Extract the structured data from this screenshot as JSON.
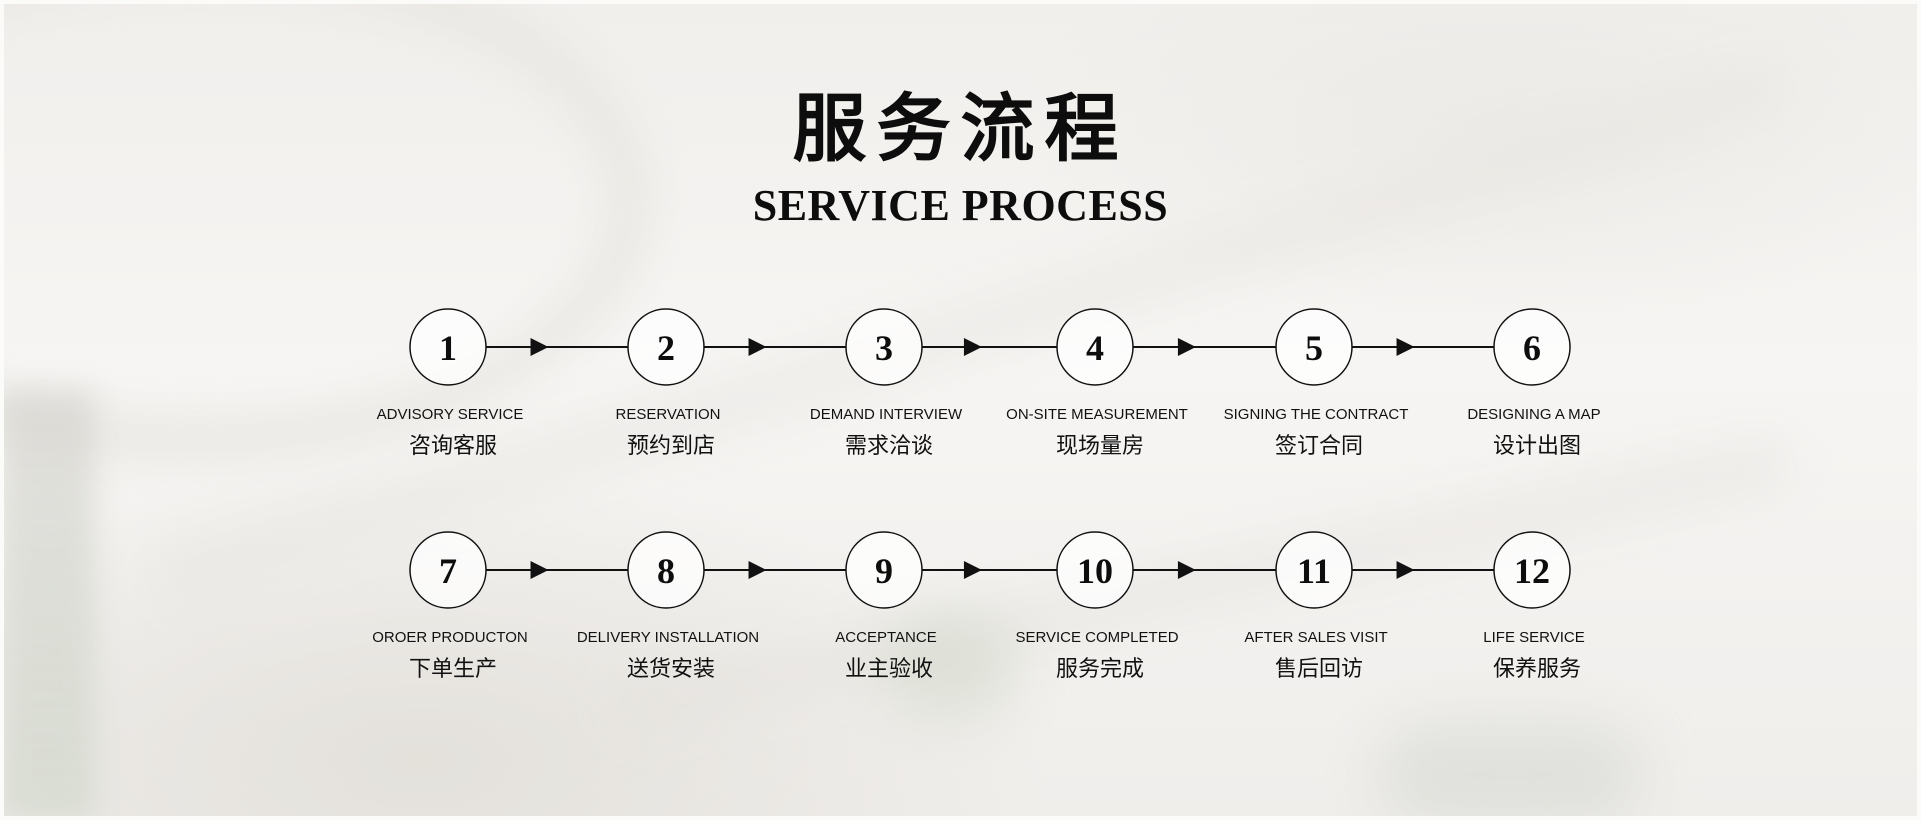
{
  "title_cn": "服务流程",
  "title_en": "SERVICE PROCESS",
  "steps": [
    {
      "num": "1",
      "en": "ADVISORY SERVICE",
      "cn": "咨询客服"
    },
    {
      "num": "2",
      "en": "RESERVATION",
      "cn": "预约到店"
    },
    {
      "num": "3",
      "en": "DEMAND INTERVIEW",
      "cn": "需求洽谈"
    },
    {
      "num": "4",
      "en": "ON-SITE MEASUREMENT",
      "cn": "现场量房"
    },
    {
      "num": "5",
      "en": "SIGNING THE CONTRACT",
      "cn": "签订合同"
    },
    {
      "num": "6",
      "en": "DESIGNING A MAP",
      "cn": "设计出图"
    },
    {
      "num": "7",
      "en": "OROER PRODUCTON",
      "cn": "下单生产"
    },
    {
      "num": "8",
      "en": "DELIVERY INSTALLATION",
      "cn": "送货安装"
    },
    {
      "num": "9",
      "en": "ACCEPTANCE",
      "cn": "业主验收"
    },
    {
      "num": "10",
      "en": "SERVICE COMPLETED",
      "cn": "服务完成"
    },
    {
      "num": "11",
      "en": "AFTER SALES VISIT",
      "cn": "售后回访"
    },
    {
      "num": "12",
      "en": "LIFE SERVICE",
      "cn": "保养服务"
    }
  ],
  "colors": {
    "line": "#111111",
    "circle_fill": "#ffffff",
    "background": "#f4f3f1"
  }
}
